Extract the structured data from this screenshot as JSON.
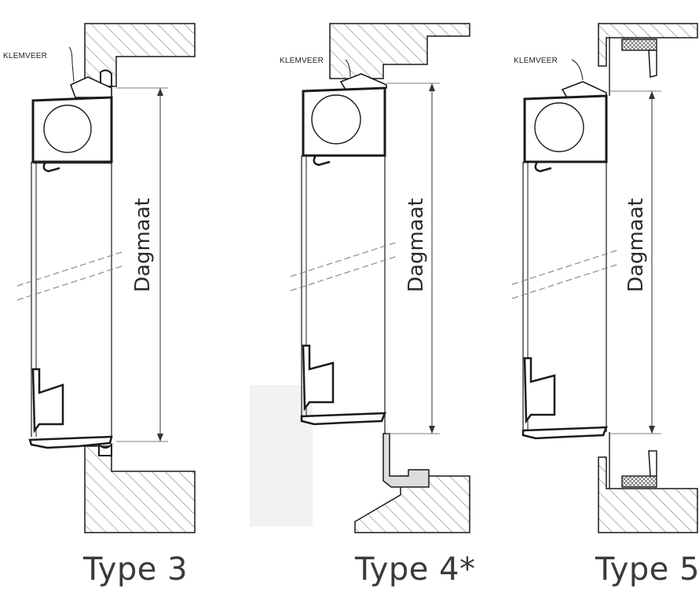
{
  "diagrams": [
    {
      "caption": "Type 3",
      "label_clip": "KLEMVEER",
      "label_dim": "Dagmaat"
    },
    {
      "caption": "Type 4*",
      "label_clip": "KLEMVEER",
      "label_dim": "Dagmaat"
    },
    {
      "caption": "Type 5",
      "label_clip": "KLEMVEER",
      "label_dim": "Dagmaat"
    }
  ],
  "colors": {
    "line": "#1a1a1a",
    "hatch": "#555555",
    "text": "#3a3a3a"
  }
}
